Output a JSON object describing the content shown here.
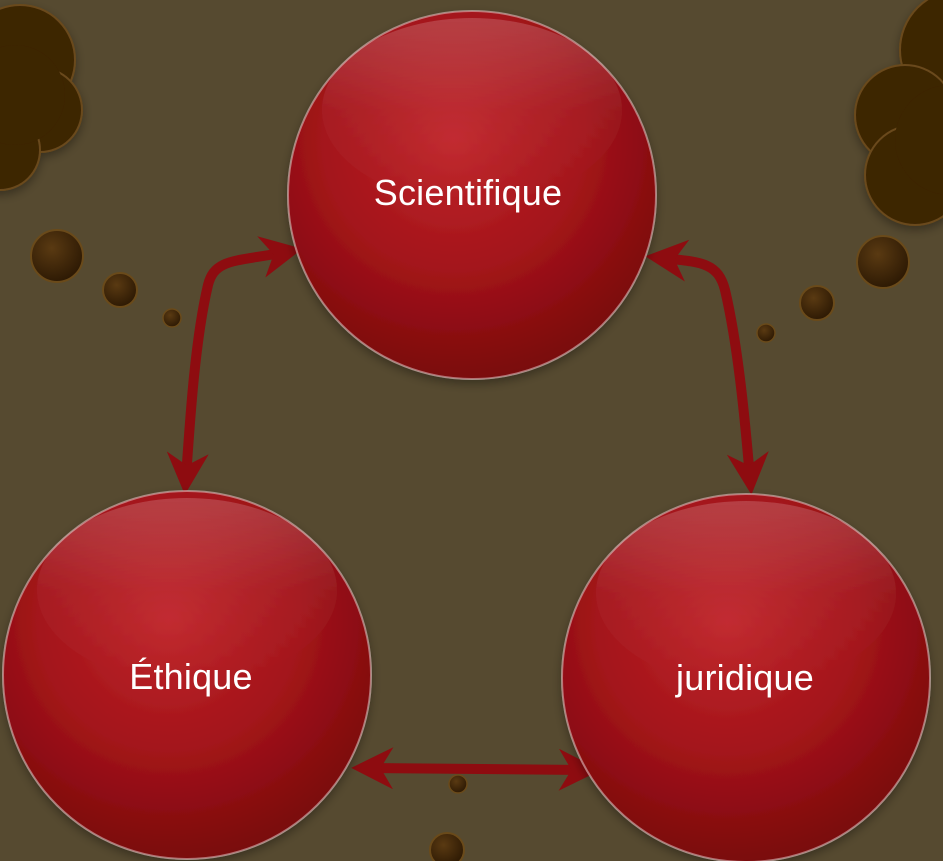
{
  "diagram": {
    "nodes": [
      {
        "id": "scientifique",
        "label": "Scientifique"
      },
      {
        "id": "ethique",
        "label": "Éthique"
      },
      {
        "id": "juridique",
        "label": "juridique"
      }
    ],
    "links": [
      {
        "from": "scientifique",
        "to": "ethique",
        "direction": "both"
      },
      {
        "from": "scientifique",
        "to": "juridique",
        "direction": "both"
      },
      {
        "from": "ethique",
        "to": "juridique",
        "direction": "both"
      }
    ]
  },
  "colors": {
    "background": "#564a30",
    "node_fill": "#a8151a",
    "node_dark": "#7a070b",
    "arrow": "#8e0c10",
    "cloud": "#3d2506",
    "text": "#ffffff"
  }
}
